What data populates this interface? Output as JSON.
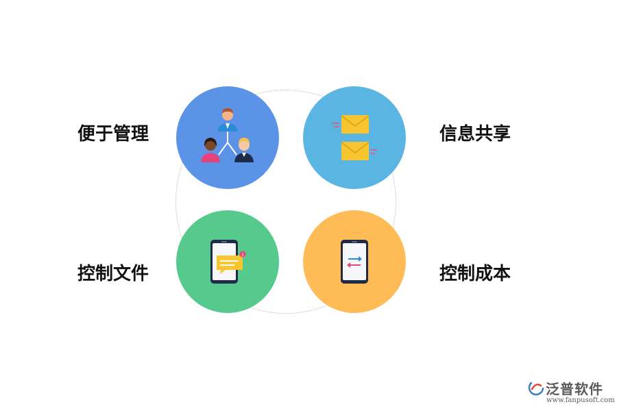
{
  "features": [
    {
      "label": "便于管理",
      "color": "#5b93e6",
      "icon": "team-hierarchy-icon"
    },
    {
      "label": "信息共享",
      "color": "#5ab5e3",
      "icon": "envelopes-icon"
    },
    {
      "label": "控制文件",
      "color": "#56c98d",
      "icon": "phone-message-icon"
    },
    {
      "label": "控制成本",
      "color": "#ffbb55",
      "icon": "phone-transfer-icon"
    }
  ],
  "logo": {
    "name": "泛普软件",
    "url": "www.fanpusoft.com"
  }
}
